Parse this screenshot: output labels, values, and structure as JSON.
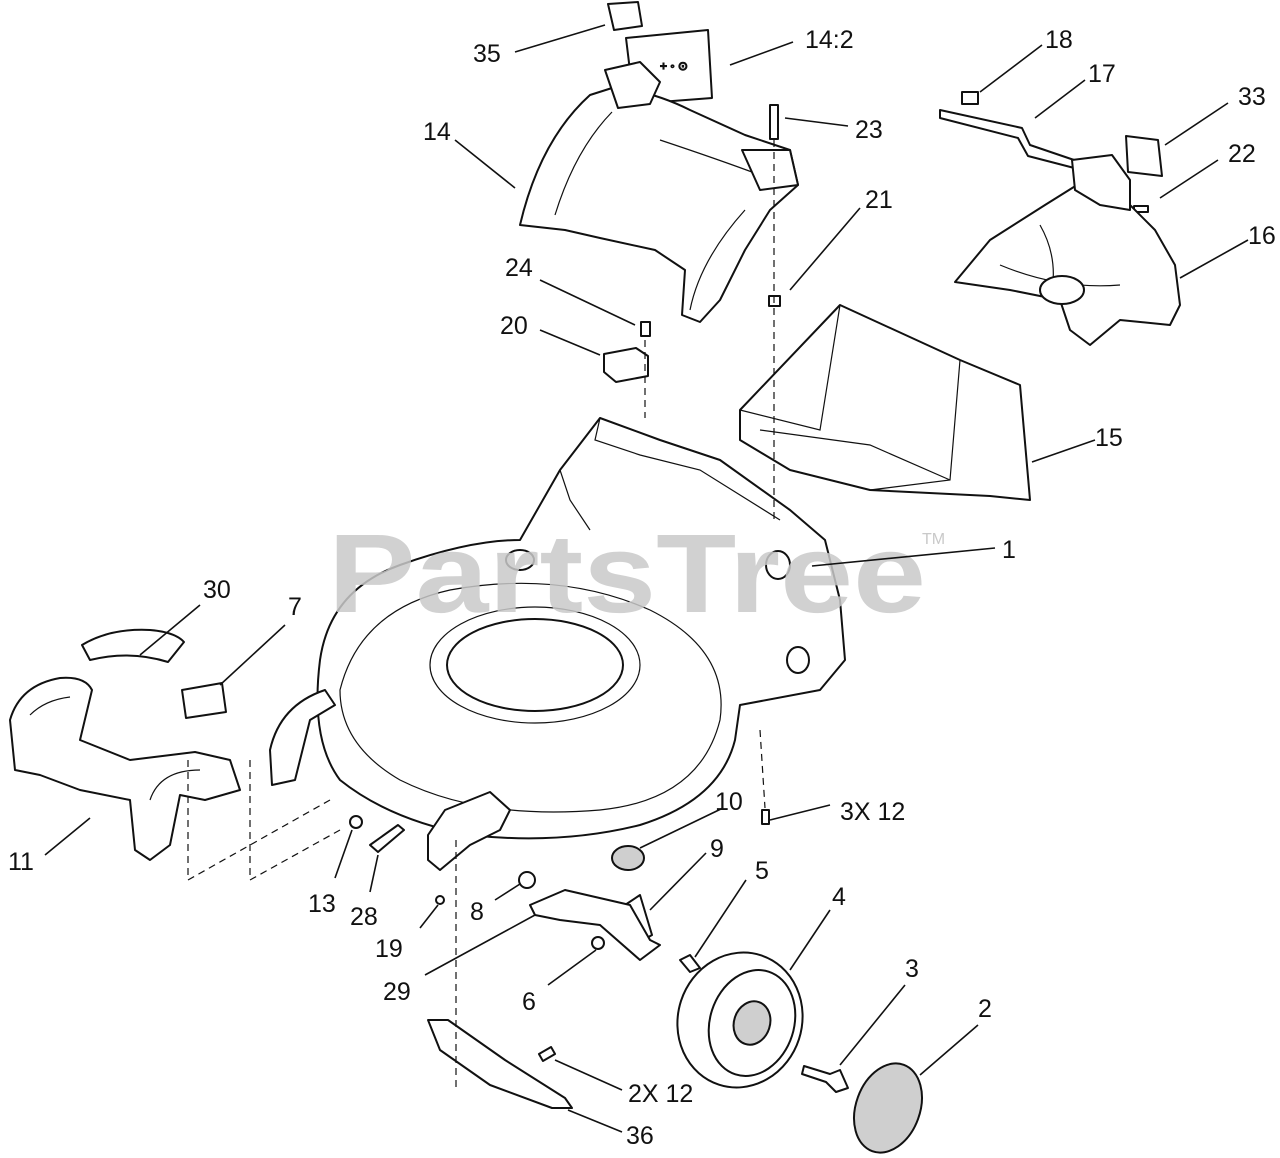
{
  "watermark": {
    "text": "PartsTree",
    "trademark": "TM"
  },
  "callouts": [
    {
      "id": "c-35",
      "label": "35"
    },
    {
      "id": "c-14-2",
      "label": "14:2"
    },
    {
      "id": "c-14",
      "label": "14"
    },
    {
      "id": "c-23",
      "label": "23"
    },
    {
      "id": "c-18",
      "label": "18"
    },
    {
      "id": "c-17",
      "label": "17"
    },
    {
      "id": "c-33",
      "label": "33"
    },
    {
      "id": "c-22",
      "label": "22"
    },
    {
      "id": "c-16",
      "label": "16"
    },
    {
      "id": "c-21",
      "label": "21"
    },
    {
      "id": "c-24",
      "label": "24"
    },
    {
      "id": "c-20",
      "label": "20"
    },
    {
      "id": "c-15",
      "label": "15"
    },
    {
      "id": "c-1",
      "label": "1"
    },
    {
      "id": "c-30",
      "label": "30"
    },
    {
      "id": "c-7",
      "label": "7"
    },
    {
      "id": "c-3x12",
      "label": "3X 12"
    },
    {
      "id": "c-10",
      "label": "10"
    },
    {
      "id": "c-11",
      "label": "11"
    },
    {
      "id": "c-9",
      "label": "9"
    },
    {
      "id": "c-5",
      "label": "5"
    },
    {
      "id": "c-4",
      "label": "4"
    },
    {
      "id": "c-13",
      "label": "13"
    },
    {
      "id": "c-28",
      "label": "28"
    },
    {
      "id": "c-8",
      "label": "8"
    },
    {
      "id": "c-19",
      "label": "19"
    },
    {
      "id": "c-3",
      "label": "3"
    },
    {
      "id": "c-29",
      "label": "29"
    },
    {
      "id": "c-2",
      "label": "2"
    },
    {
      "id": "c-6",
      "label": "6"
    },
    {
      "id": "c-2x12",
      "label": "2X 12"
    },
    {
      "id": "c-36",
      "label": "36"
    }
  ]
}
